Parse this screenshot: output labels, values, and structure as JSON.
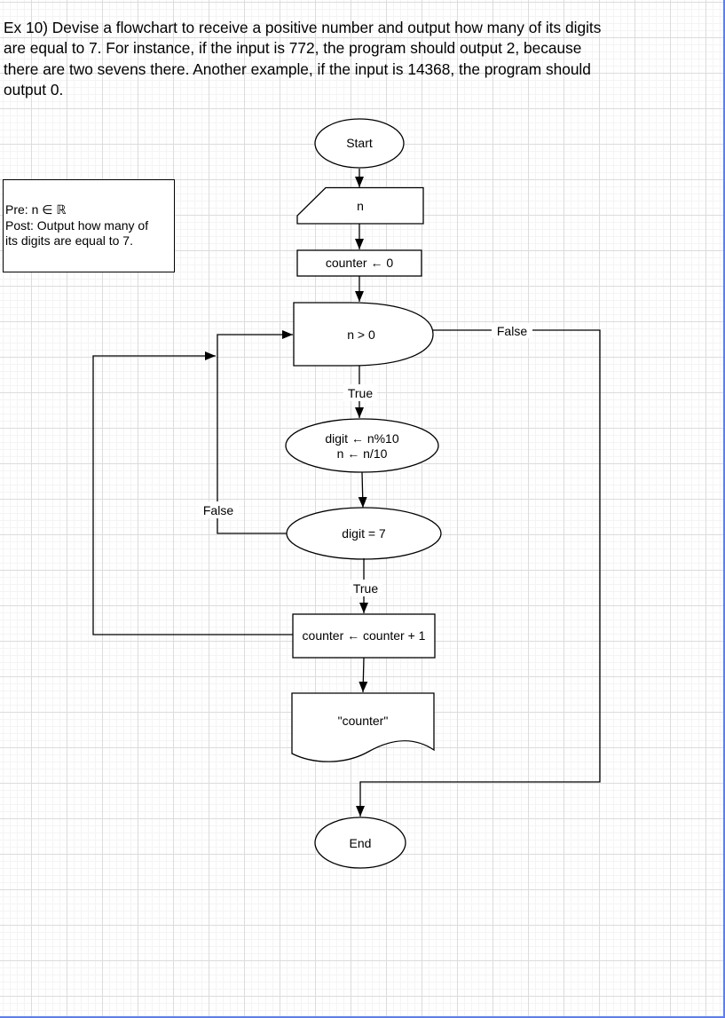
{
  "problem": {
    "text_lines": [
      "Ex 10) Devise a flowchart to receive a positive number and output how many of its digits",
      "are equal to 7. For instance, if the input is 772, the program should output 2, because",
      "there are two sevens there. Another example, if the input is 14368, the program should",
      "output 0."
    ]
  },
  "note": {
    "lines": [
      "Pre: n ∈ ℝ",
      "Post: Output how many of",
      "its digits are equal to 7."
    ]
  },
  "flowchart": {
    "start": "Start",
    "input": "n",
    "init": "counter ← 0",
    "loop_condition": "n > 0",
    "extract_line1": "digit ← n%10",
    "extract_line2": "n ← n/10",
    "check": "digit = 7",
    "increment": "counter ← counter + 1",
    "output": "\"counter\"",
    "end": "End",
    "labels": {
      "loop_false": "False",
      "loop_true": "True",
      "check_false": "False",
      "check_true": "True"
    }
  },
  "colors": {
    "line": "#000000",
    "shape_fill": "#ffffff",
    "grid_minor": "#f4f4f4",
    "grid_major": "#dcdcdc",
    "page_edge": "#5b7ef0"
  }
}
